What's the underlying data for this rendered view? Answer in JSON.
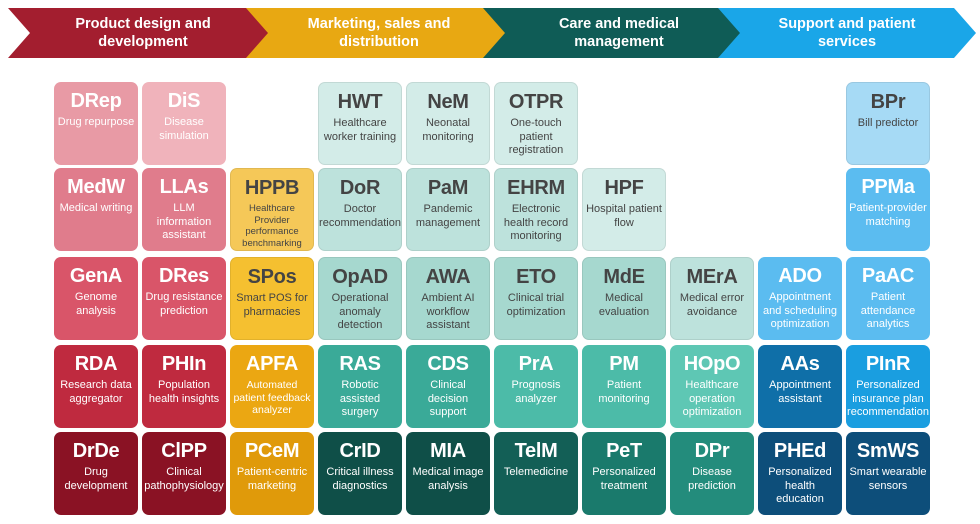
{
  "header": [
    {
      "label": "Product design and development",
      "color": "#a31e2f"
    },
    {
      "label": "Marketing, sales and distribution",
      "color": "#e8a812"
    },
    {
      "label": "Care and medical management",
      "color": "#0f5c56"
    },
    {
      "label": "Support and patient services",
      "color": "#1aa6e8"
    }
  ],
  "tiles": [
    {
      "sym": "DRep",
      "name": "Drug repurpose",
      "bg": "#e89aa5",
      "fg": "#ffffff"
    },
    {
      "sym": "DiS",
      "name": "Disease simulation",
      "bg": "#f0b3bb",
      "fg": "#ffffff"
    },
    {
      "sym": "HWT",
      "name": "Healthcare worker training",
      "bg": "#d3ece8",
      "fg": "#444444"
    },
    {
      "sym": "NeM",
      "name": "Neonatal monitoring",
      "bg": "#d3ece8",
      "fg": "#444444"
    },
    {
      "sym": "OTPR",
      "name": "One-touch patient registration",
      "bg": "#d3ece8",
      "fg": "#444444"
    },
    {
      "sym": "BPr",
      "name": "Bill predictor",
      "bg": "#a6daf5",
      "fg": "#444444"
    },
    {
      "sym": "MedW",
      "name": "Medical writing",
      "bg": "#e07c8c",
      "fg": "#ffffff"
    },
    {
      "sym": "LLAs",
      "name": "LLM information assistant",
      "bg": "#e07c8c",
      "fg": "#ffffff"
    },
    {
      "sym": "HPPB",
      "name": "Healthcare Provider performance benchmarking",
      "bg": "#f5c858",
      "fg": "#444444"
    },
    {
      "sym": "DoR",
      "name": "Doctor recommendation",
      "bg": "#bde2dc",
      "fg": "#444444"
    },
    {
      "sym": "PaM",
      "name": "Pandemic management",
      "bg": "#bde2dc",
      "fg": "#444444"
    },
    {
      "sym": "EHRM",
      "name": "Electronic health record monitoring",
      "bg": "#bde2dc",
      "fg": "#444444"
    },
    {
      "sym": "HPF",
      "name": "Hospital patient flow",
      "bg": "#d3ece8",
      "fg": "#444444"
    },
    {
      "sym": "PPMa",
      "name": "Patient-provider matching",
      "bg": "#5bbcf0",
      "fg": "#ffffff"
    },
    {
      "sym": "GenA",
      "name": "Genome analysis",
      "bg": "#d95569",
      "fg": "#ffffff"
    },
    {
      "sym": "DRes",
      "name": "Drug resistance prediction",
      "bg": "#d95569",
      "fg": "#ffffff"
    },
    {
      "sym": "SPos",
      "name": "Smart POS for pharmacies",
      "bg": "#f5c030",
      "fg": "#444444"
    },
    {
      "sym": "OpAD",
      "name": "Operational anomaly detection",
      "bg": "#a6d8cf",
      "fg": "#444444"
    },
    {
      "sym": "AWA",
      "name": "Ambient AI workflow assistant",
      "bg": "#a6d8cf",
      "fg": "#444444"
    },
    {
      "sym": "ETO",
      "name": "Clinical trial optimization",
      "bg": "#a6d8cf",
      "fg": "#444444"
    },
    {
      "sym": "MdE",
      "name": "Medical evaluation",
      "bg": "#a6d8cf",
      "fg": "#444444"
    },
    {
      "sym": "MErA",
      "name": "Medical error avoidance",
      "bg": "#bde2dc",
      "fg": "#444444"
    },
    {
      "sym": "ADO",
      "name": "Appointment and scheduling optimization",
      "bg": "#5bbcf0",
      "fg": "#ffffff"
    },
    {
      "sym": "PaAC",
      "name": "Patient attendance analytics",
      "bg": "#5bbcf0",
      "fg": "#ffffff"
    },
    {
      "sym": "RDA",
      "name": "Research data aggregator",
      "bg": "#bf2a3f",
      "fg": "#ffffff"
    },
    {
      "sym": "PHIn",
      "name": "Population health insights",
      "bg": "#bf2a3f",
      "fg": "#ffffff"
    },
    {
      "sym": "APFA",
      "name": "Automated patient feedback analyzer",
      "bg": "#eba712",
      "fg": "#ffffff"
    },
    {
      "sym": "RAS",
      "name": "Robotic assisted surgery",
      "bg": "#3aaa98",
      "fg": "#ffffff"
    },
    {
      "sym": "CDS",
      "name": "Clinical decision support",
      "bg": "#3aaa98",
      "fg": "#ffffff"
    },
    {
      "sym": "PrA",
      "name": "Prognosis analyzer",
      "bg": "#4cbba8",
      "fg": "#ffffff"
    },
    {
      "sym": "PM",
      "name": "Patient monitoring",
      "bg": "#4cbba8",
      "fg": "#ffffff"
    },
    {
      "sym": "HOpO",
      "name": "Healthcare operation optimization",
      "bg": "#5ec7b4",
      "fg": "#ffffff"
    },
    {
      "sym": "AAs",
      "name": "Appointment assistant",
      "bg": "#0f6fa8",
      "fg": "#ffffff"
    },
    {
      "sym": "PInR",
      "name": "Personalized insurance plan recommendation",
      "bg": "#1a9ee0",
      "fg": "#ffffff"
    },
    {
      "sym": "DrDe",
      "name": "Drug development",
      "bg": "#8a1224",
      "fg": "#ffffff"
    },
    {
      "sym": "ClPP",
      "name": "Clinical pathophysiology",
      "bg": "#8a1224",
      "fg": "#ffffff"
    },
    {
      "sym": "PCeM",
      "name": "Patient-centric marketing",
      "bg": "#e09a0a",
      "fg": "#ffffff"
    },
    {
      "sym": "CrID",
      "name": "Critical illness diagnostics",
      "bg": "#0f4f48",
      "fg": "#ffffff"
    },
    {
      "sym": "MIA",
      "name": "Medical image analysis",
      "bg": "#0f4f48",
      "fg": "#ffffff"
    },
    {
      "sym": "TelM",
      "name": "Telemedicine",
      "bg": "#135f56",
      "fg": "#ffffff"
    },
    {
      "sym": "PeT",
      "name": "Personalized treatment",
      "bg": "#1a7a6c",
      "fg": "#ffffff"
    },
    {
      "sym": "DPr",
      "name": "Disease prediction",
      "bg": "#238c7c",
      "fg": "#ffffff"
    },
    {
      "sym": "PHEd",
      "name": "Personalized health education",
      "bg": "#0d4e7a",
      "fg": "#ffffff"
    },
    {
      "sym": "SmWS",
      "name": "Smart wearable sensors",
      "bg": "#0d4e7a",
      "fg": "#ffffff"
    }
  ]
}
